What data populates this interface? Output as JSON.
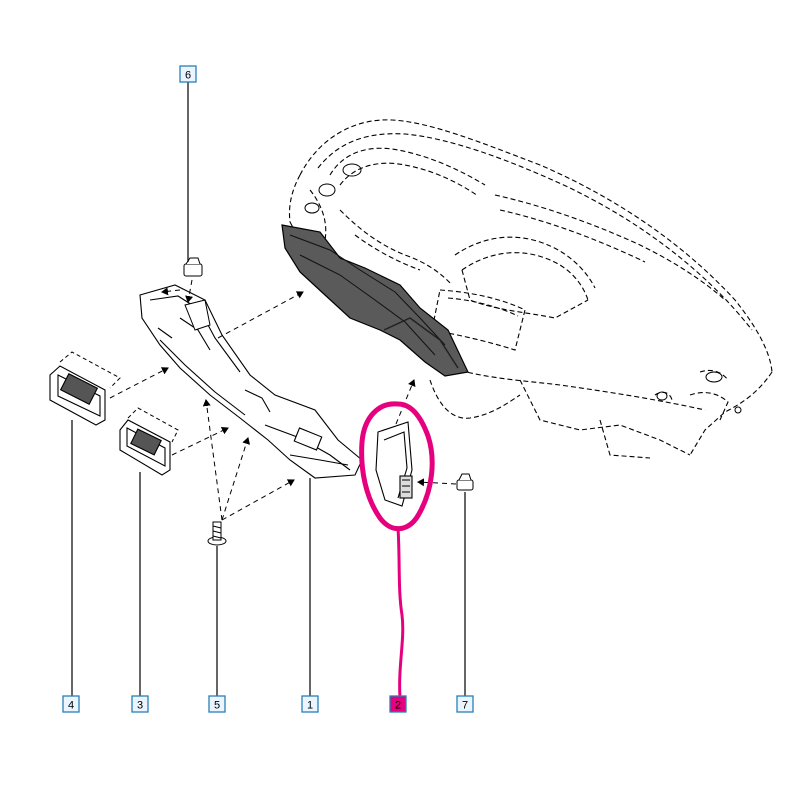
{
  "diagram": {
    "parts": [
      {
        "id": "part-1",
        "number": "1"
      },
      {
        "id": "part-2",
        "number": "2"
      },
      {
        "id": "part-3",
        "number": "3"
      },
      {
        "id": "part-4",
        "number": "4"
      },
      {
        "id": "part-5",
        "number": "5"
      },
      {
        "id": "part-6",
        "number": "6"
      },
      {
        "id": "part-7",
        "number": "7"
      }
    ],
    "label_box_color": "#2a7fb8",
    "label_fill_color": "#eaf5ff",
    "highlight_color": "#e6007e",
    "line_color": "#000000"
  }
}
